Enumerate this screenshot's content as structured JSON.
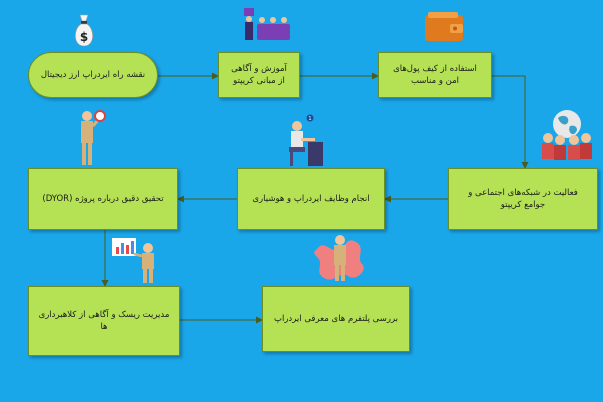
{
  "colors": {
    "background": "#1aa7ea",
    "box_fill": "#b5e255",
    "box_border": "#6b8e23",
    "connector": "#4a5d1f"
  },
  "steps": [
    {
      "id": "step1",
      "label": "نقشه راه ایردراپ ارز دیجیتال",
      "icon": "money-bag-icon"
    },
    {
      "id": "step2",
      "label": "آموزش و آگاهی از مبانی کریپتو",
      "icon": "presentation-audience-icon"
    },
    {
      "id": "step3",
      "label": "استفاده از کیف پول‌های امن و مناسب",
      "icon": "wallet-icon"
    },
    {
      "id": "step4",
      "label": "فعالیت در شبکه‌های اجتماعی و جوامع کریپتو",
      "icon": "community-globe-icon"
    },
    {
      "id": "step5",
      "label": "انجام وظایف ایردراپ و هوشیاری",
      "icon": "worker-at-desk-icon"
    },
    {
      "id": "step6",
      "label": "تحقیق دقیق درباره پروژه (DYOR)",
      "icon": "person-magnifier-icon"
    },
    {
      "id": "step7",
      "label": "مدیریت ریسک و آگاهی از کلاهبرداری ها",
      "icon": "person-chart-icon"
    },
    {
      "id": "step8",
      "label": "بررسی پلتفرم های معرفی ایردراپ",
      "icon": "person-puzzle-icon"
    }
  ]
}
